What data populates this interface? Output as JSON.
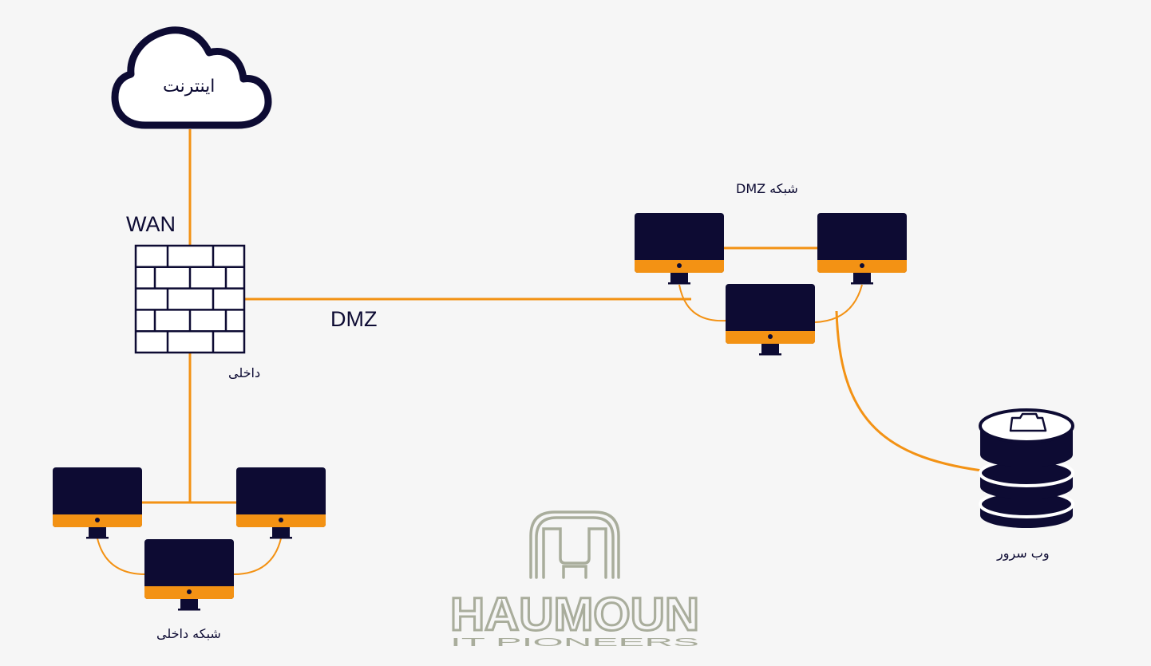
{
  "colors": {
    "navy": "#0d0b33",
    "orange": "#f39214",
    "background": "#f6f6f6",
    "logo": "#a9ad9c"
  },
  "labels": {
    "internet": "اینترنت",
    "wan": "WAN",
    "dmz": "DMZ",
    "internal": "داخلی",
    "dmz_network": "شبکه DMZ",
    "internal_network": "شبکه داخلی",
    "web_server": "وب سرور"
  },
  "icons": {
    "cloud": "cloud-icon",
    "firewall": "firewall-brick-icon",
    "monitor": "monitor-icon",
    "database": "database-server-icon"
  },
  "logo": {
    "name": "HAUMOUN",
    "tagline": "IT PIONEERS"
  }
}
